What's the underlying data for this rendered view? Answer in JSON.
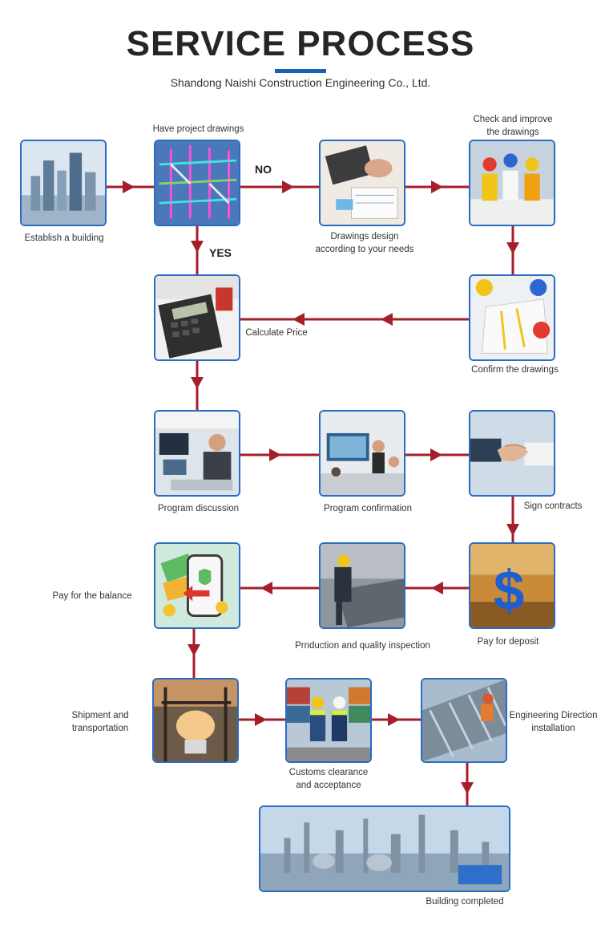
{
  "header": {
    "title": "SERVICE PROCESS",
    "subtitle": "Shandong Naishi Construction Engineering Co., Ltd."
  },
  "decisions": {
    "no": "NO",
    "yes": "YES"
  },
  "steps": {
    "establish": "Establish a building",
    "have_drawings": "Have project drawings",
    "design_line1": "Drawings design",
    "design_line2": "according to your needs",
    "check_line1": "Check and improve",
    "check_line2": "the drawings",
    "confirm_drawings": "Confirm the drawings",
    "calculate": "Calculate Price",
    "discussion": "Program discussion",
    "program_confirm": "Program confirmation",
    "sign": "Sign contracts",
    "deposit": "Pay for deposit",
    "production": "Prnduction and quality inspection",
    "balance": "Pay for the balance",
    "shipment_line1": "Shipment and",
    "shipment_line2": "transportation",
    "customs_line1": "Customs clearance",
    "customs_line2": "and acceptance",
    "install_line1": "Engineering Direction",
    "install_line2": "installation",
    "completed": "Building completed"
  },
  "colors": {
    "arrow": "#a51f2b",
    "frame": "#2a6cc4",
    "title_bar": "#1a5fb4"
  }
}
